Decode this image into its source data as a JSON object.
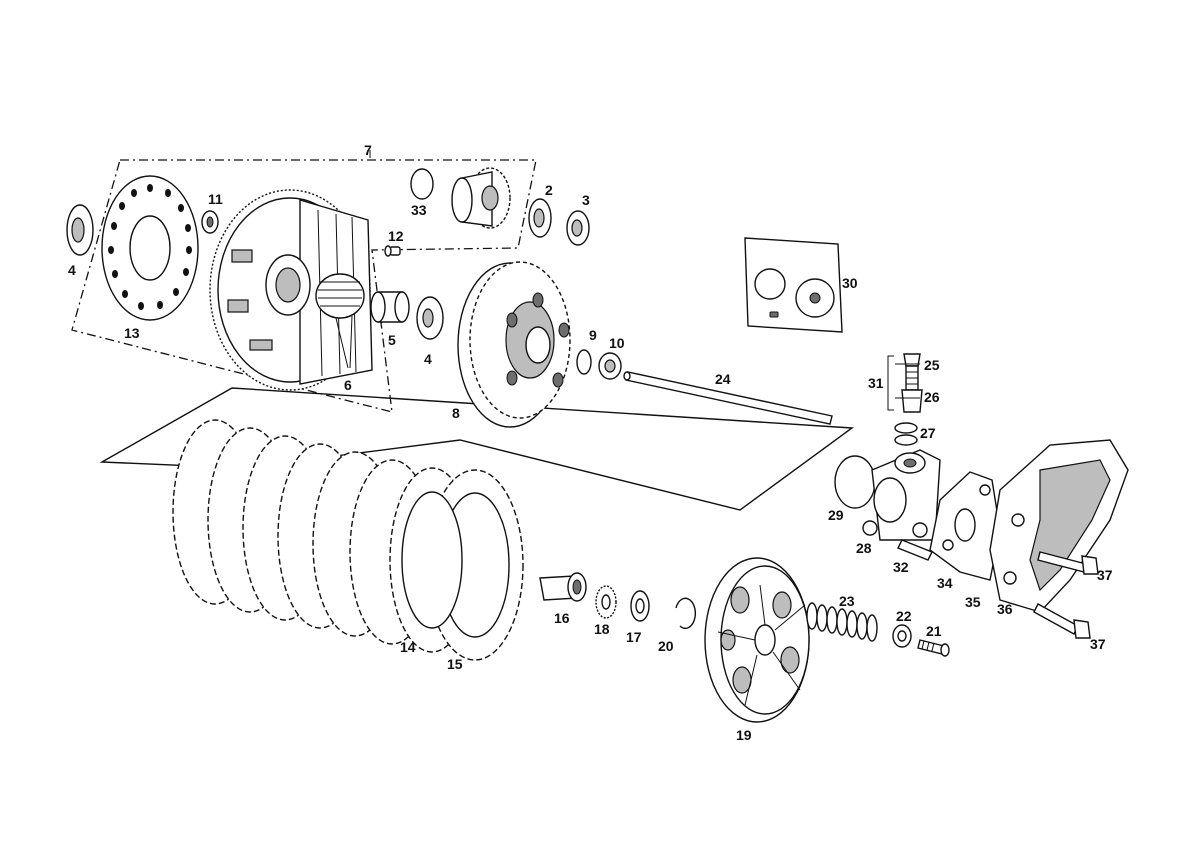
{
  "diagram": {
    "callouts": {
      "p2": "2",
      "p3": "3",
      "p4a": "4",
      "p4b": "4",
      "p5": "5",
      "p6": "6",
      "p7": "7",
      "p8": "8",
      "p9": "9",
      "p10": "10",
      "p11": "11",
      "p12": "12",
      "p13": "13",
      "p14": "14",
      "p15": "15",
      "p16": "16",
      "p17": "17",
      "p18": "18",
      "p19": "19",
      "p20": "20",
      "p21": "21",
      "p22": "22",
      "p23": "23",
      "p24": "24",
      "p25": "25",
      "p26": "26",
      "p27": "27",
      "p28": "28",
      "p29": "29",
      "p30": "30",
      "p31": "31",
      "p32": "32",
      "p33": "33",
      "p34": "34",
      "p35": "35",
      "p36": "36",
      "p37a": "37",
      "p37b": "37"
    }
  }
}
